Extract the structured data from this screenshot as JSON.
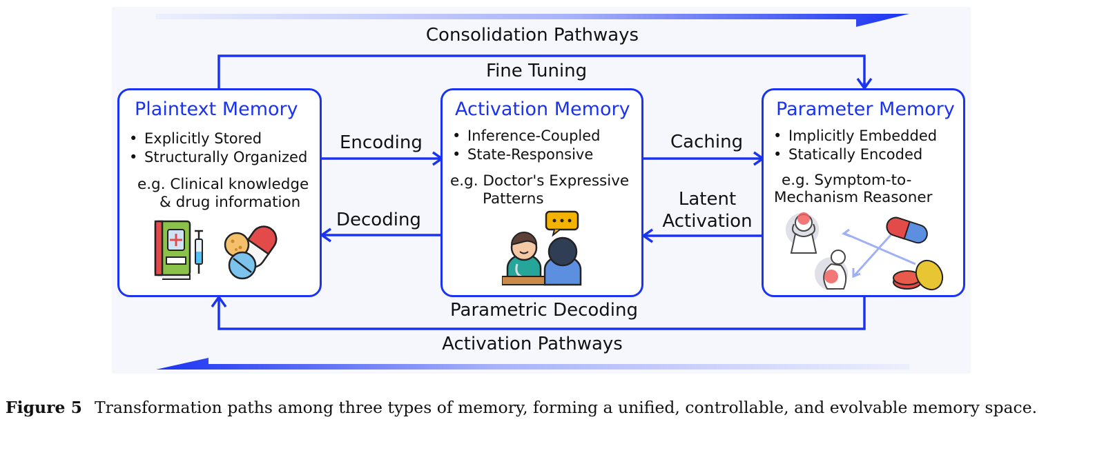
{
  "pathways": {
    "consolidation": "Consolidation Pathways",
    "activation": "Activation Pathways"
  },
  "edges": {
    "fine_tuning": "Fine Tuning",
    "encoding": "Encoding",
    "decoding": "Decoding",
    "caching": "Caching",
    "latent_activation_line1": "Latent",
    "latent_activation_line2": "Activation",
    "parametric_decoding": "Parametric Decoding"
  },
  "boxes": {
    "plaintext": {
      "title": "Plaintext Memory",
      "bullets": [
        "Explicitly Stored",
        "Structurally Organized"
      ],
      "example_line1": "e.g. Clinical knowledge",
      "example_line2": "& drug information"
    },
    "activation": {
      "title": "Activation Memory",
      "bullets": [
        "Inference-Coupled",
        "State-Responsive"
      ],
      "example_line1": "e.g. Doctor's Expressive",
      "example_line2": "Patterns"
    },
    "parameter": {
      "title": "Parameter Memory",
      "bullets": [
        "Implicitly Embedded",
        "Statically Encoded"
      ],
      "example_line1": "e.g. Symptom-to-",
      "example_line2": "Mechanism Reasoner"
    }
  },
  "icons": {
    "plaintext": [
      "medical-book-icon",
      "syringe-icon",
      "pills-icon"
    ],
    "activation": [
      "doctor-patient-icon",
      "speech-bubble-icon"
    ],
    "parameter": [
      "headache-patient-icon",
      "stomachache-patient-icon",
      "capsule-icon",
      "tablets-icon"
    ]
  },
  "colors": {
    "accent": "#1a33f2",
    "background": "#f5f7fd"
  },
  "caption": {
    "label": "Figure 5",
    "text": "Transformation paths among three types of memory, forming a unified, controllable, and evolvable memory space."
  }
}
